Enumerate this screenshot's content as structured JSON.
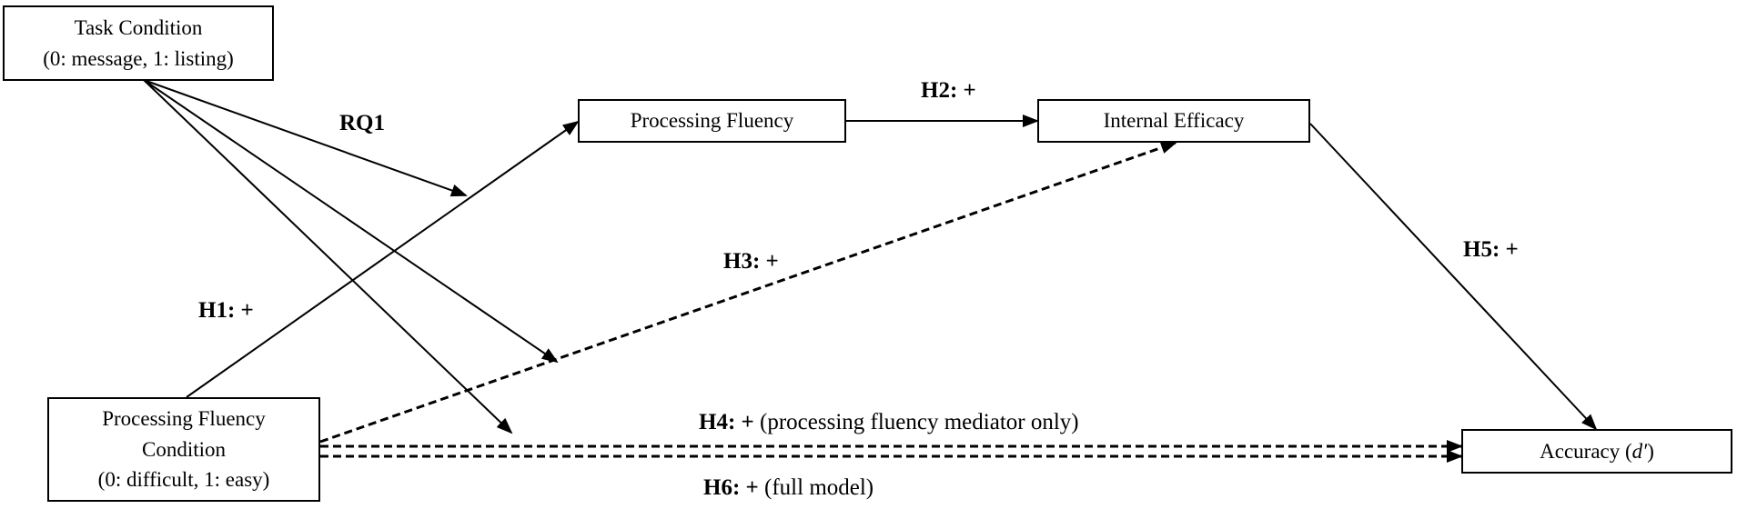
{
  "nodes": {
    "task_condition": {
      "line1": "Task Condition",
      "line2": "(0: message, 1: listing)"
    },
    "processing_fluency": {
      "label": "Processing Fluency"
    },
    "internal_efficacy": {
      "label": "Internal Efficacy"
    },
    "pf_condition": {
      "line1": "Processing Fluency",
      "line2": "Condition",
      "line3": "(0: difficult, 1: easy)"
    },
    "accuracy": {
      "prefix": "Accuracy (",
      "italic": "d′",
      "suffix": ")"
    }
  },
  "paths": {
    "rq1": {
      "label": "RQ1"
    },
    "h1": {
      "label": "H1: +"
    },
    "h2": {
      "label": "H2: +"
    },
    "h3": {
      "label": "H3: +"
    },
    "h4": {
      "label": "H4: +",
      "note": " (processing fluency mediator only)"
    },
    "h5": {
      "label": "H5: +"
    },
    "h6": {
      "label": "H6: +",
      "note": " (full model)"
    }
  }
}
